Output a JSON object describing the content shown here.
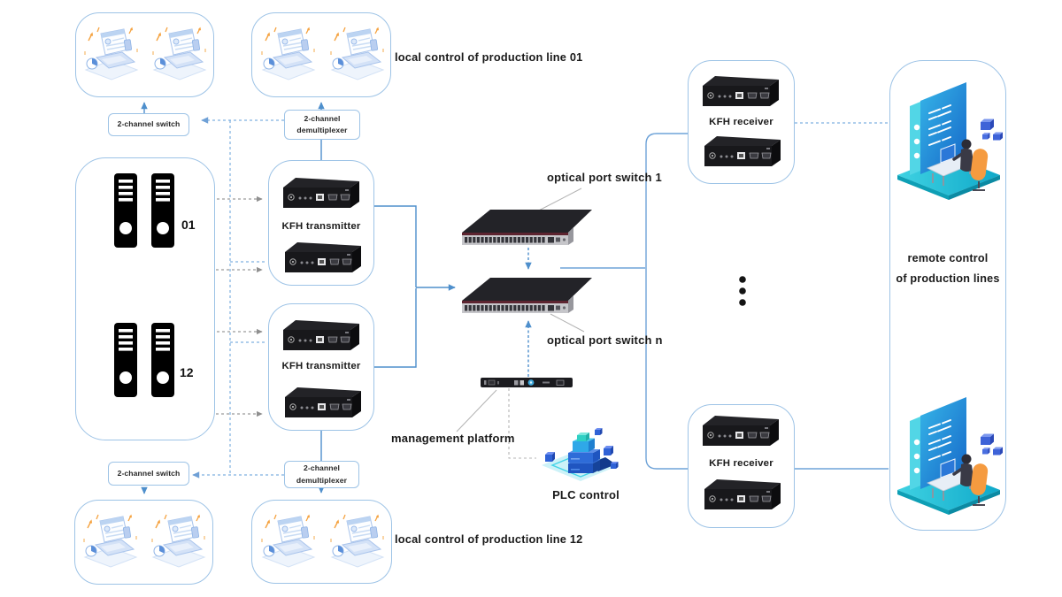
{
  "labels": {
    "local_line_01": "local control of production line 01",
    "local_line_12": "local control of production line 12",
    "channel_switch": "2-channel switch",
    "demux_line1": "2-channel",
    "demux_line2": "demultiplexer",
    "rack_group_01": "01",
    "rack_group_12": "12",
    "kfh_transmitter": "KFH transmitter",
    "kfh_receiver": "KFH receiver",
    "optical_switch_1": "optical port switch 1",
    "optical_switch_n": "optical port switch n",
    "management_platform": "management platform",
    "plc_control": "PLC control",
    "remote_line1": "remote control",
    "remote_line2": "of production lines"
  },
  "colors": {
    "box_border": "#9dc3e6",
    "arrow_blue": "#4e8fcc",
    "dashed_blue_light": "#7fb0e0",
    "bus_blue": "#6fa3d8",
    "dashed_gray": "#9b9b9b",
    "callout_gray": "#b3b3b3",
    "text": "#1a1a1a",
    "device_dark": "#18181b",
    "switch_top_dark": "#232328",
    "switch_face": "#c6c6ca",
    "switch_accent_maroon": "#5d2430",
    "illustration_teal": "#26c6da",
    "illustration_blue": "#1f6fd0",
    "illustration_orange": "#f59b40",
    "dot_black": "#141414",
    "dot_blue": "#4e86c6"
  },
  "icons": [
    "workstation-illustration",
    "rack-tower-icon",
    "kfh-device-icon",
    "optical-switch-icon",
    "management-platform-icon",
    "plc-illustration",
    "remote-workstation-illustration"
  ]
}
